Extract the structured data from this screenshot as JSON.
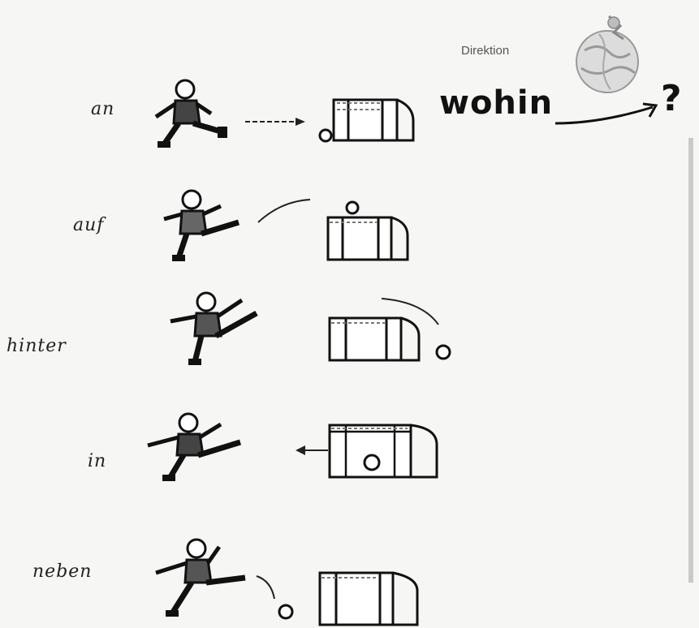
{
  "header": {
    "direction_label": "Direktion",
    "question_word": "wohin",
    "question_mark": "?"
  },
  "prepositions": [
    {
      "label": "an"
    },
    {
      "label": "auf"
    },
    {
      "label": "hinter"
    },
    {
      "label": "in"
    },
    {
      "label": "neben"
    }
  ],
  "icons": {
    "globe": "globe-icon",
    "figure": "kicking-figure-icon",
    "box": "box-icon",
    "ball": "ball-icon"
  }
}
